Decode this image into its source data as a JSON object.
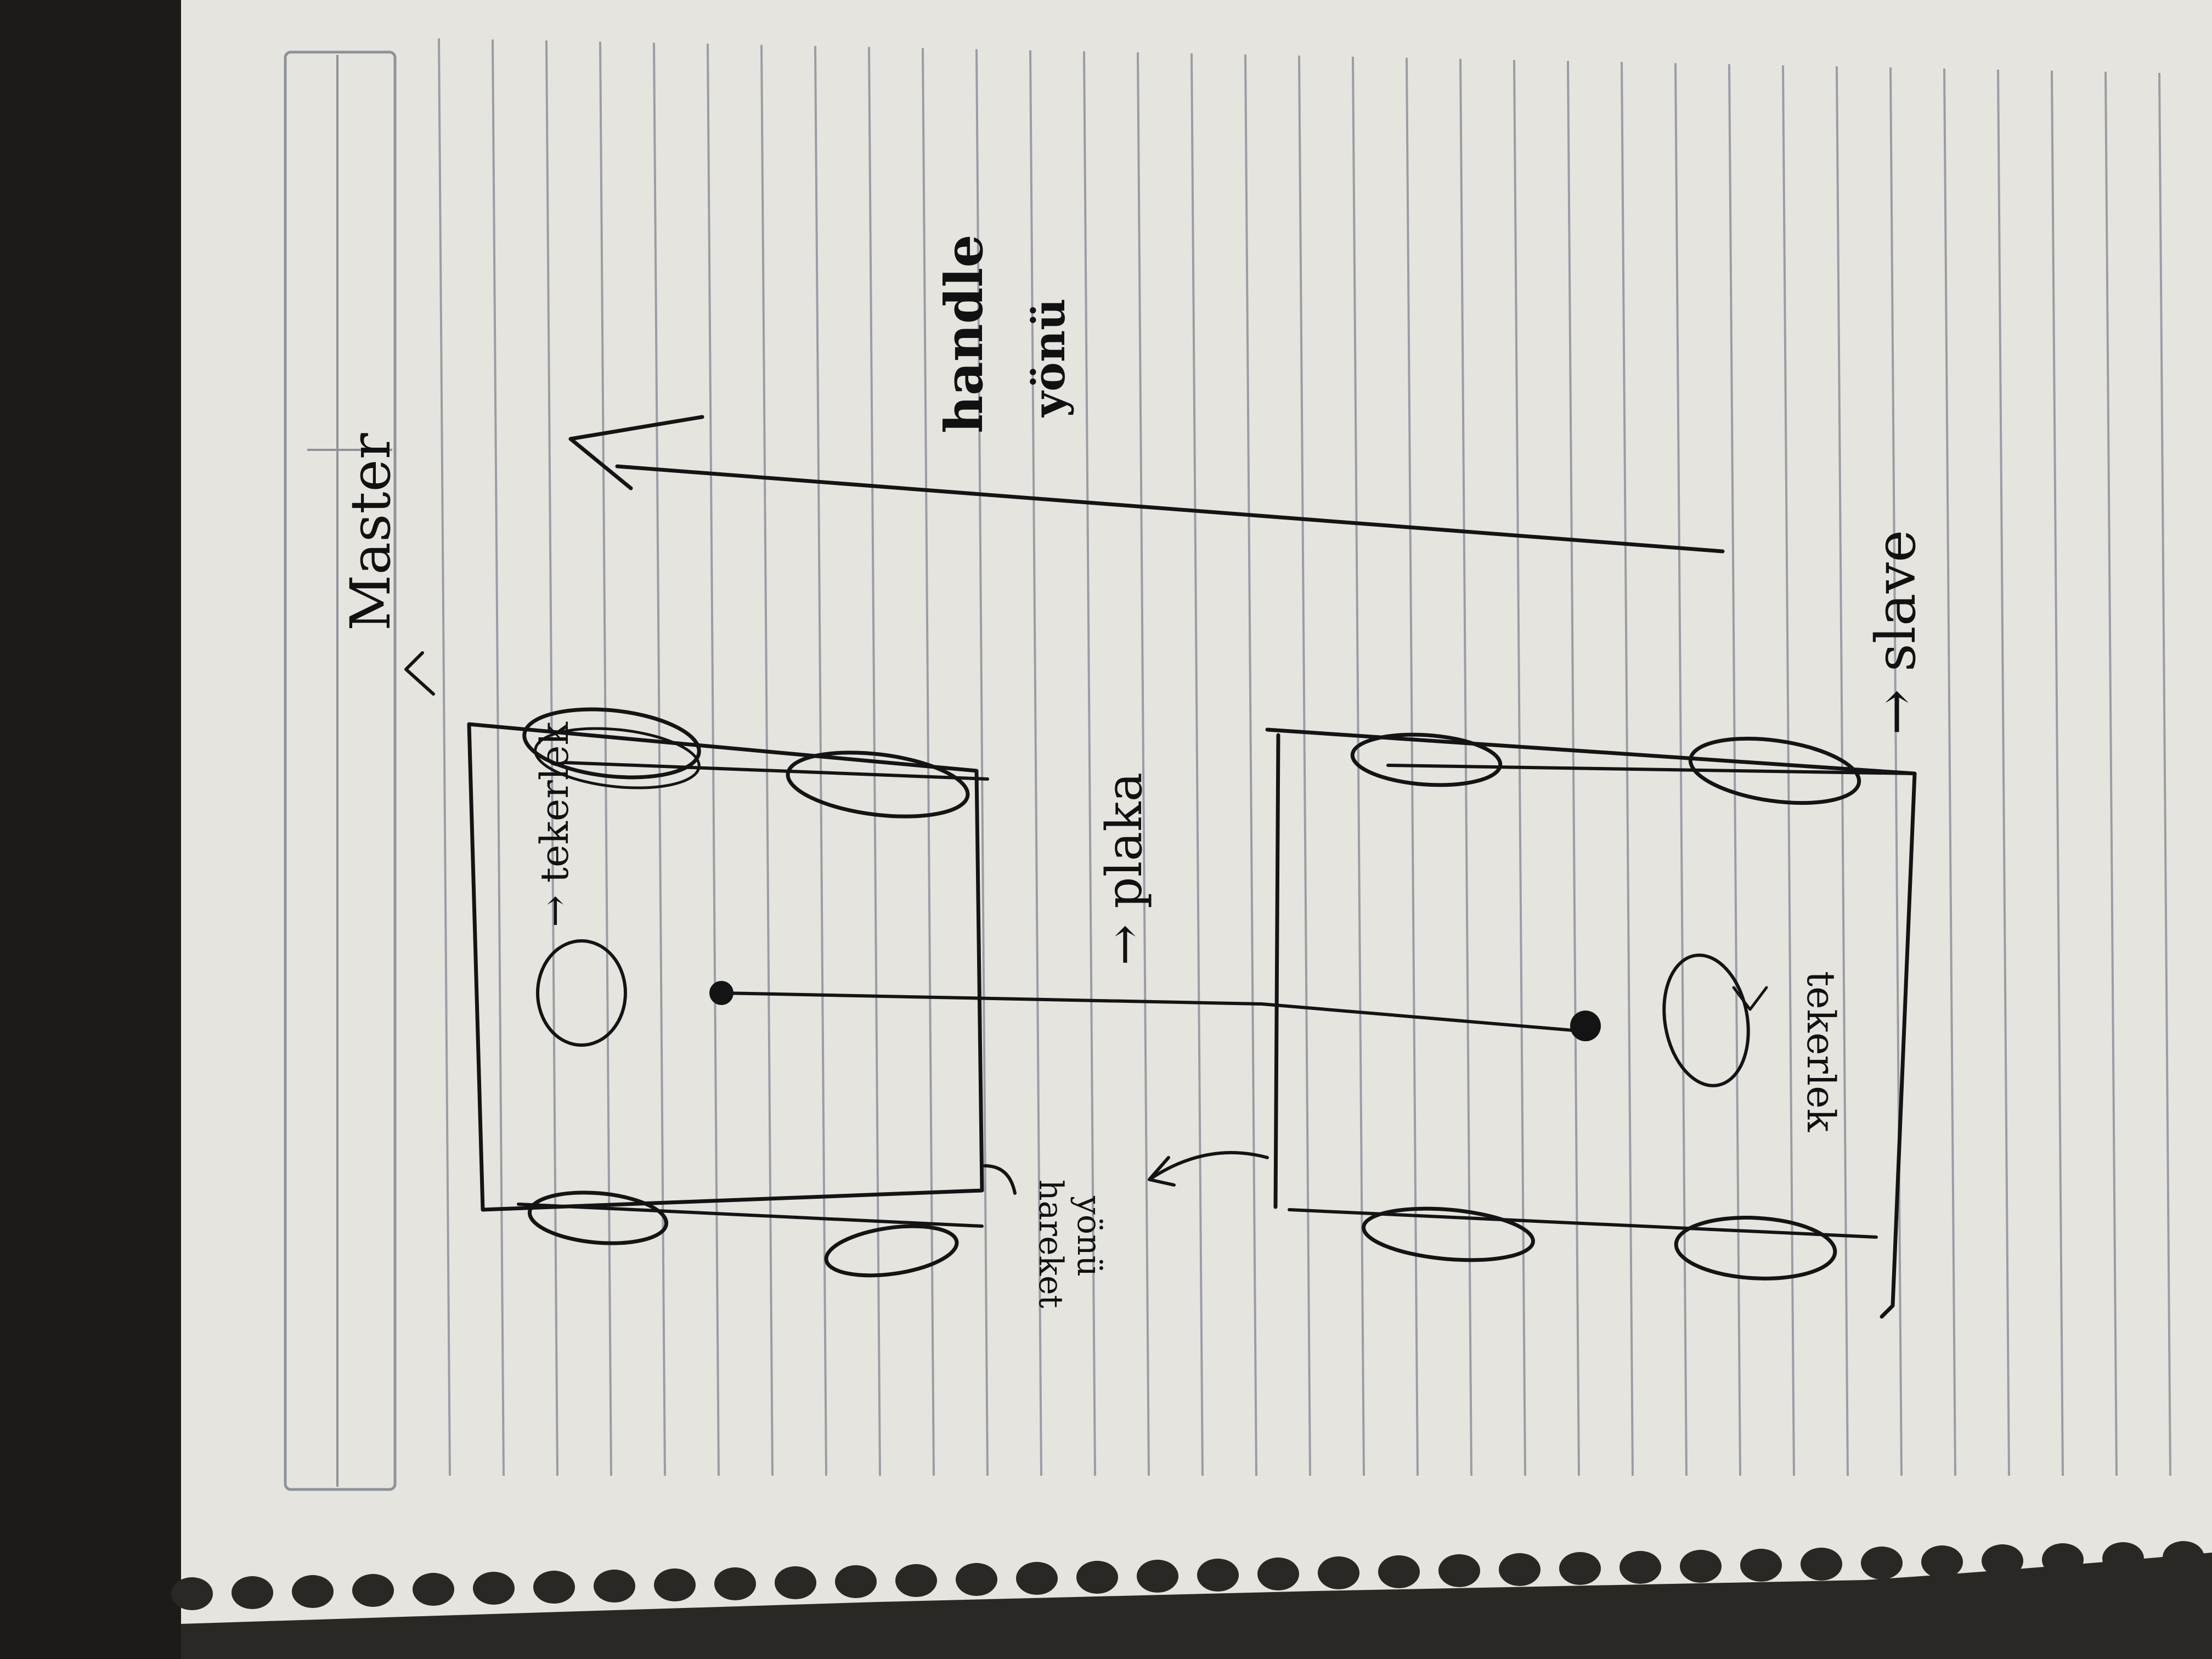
{
  "labels": {
    "master": "Master",
    "slave": "→ slave",
    "handle": "handle",
    "handle_sub": "yönü",
    "wheel_top": "→ tekerlek",
    "wheel_bottom": "tekerlek",
    "plate": "→ plaka",
    "note_left": "hareket",
    "note_left_sub": "yönü"
  },
  "colors": {
    "paper": "#e6e4df",
    "rule": "#9a9da3",
    "ink": "#141414",
    "table_edge": "#1c1c1c",
    "background": "#2a2824"
  }
}
